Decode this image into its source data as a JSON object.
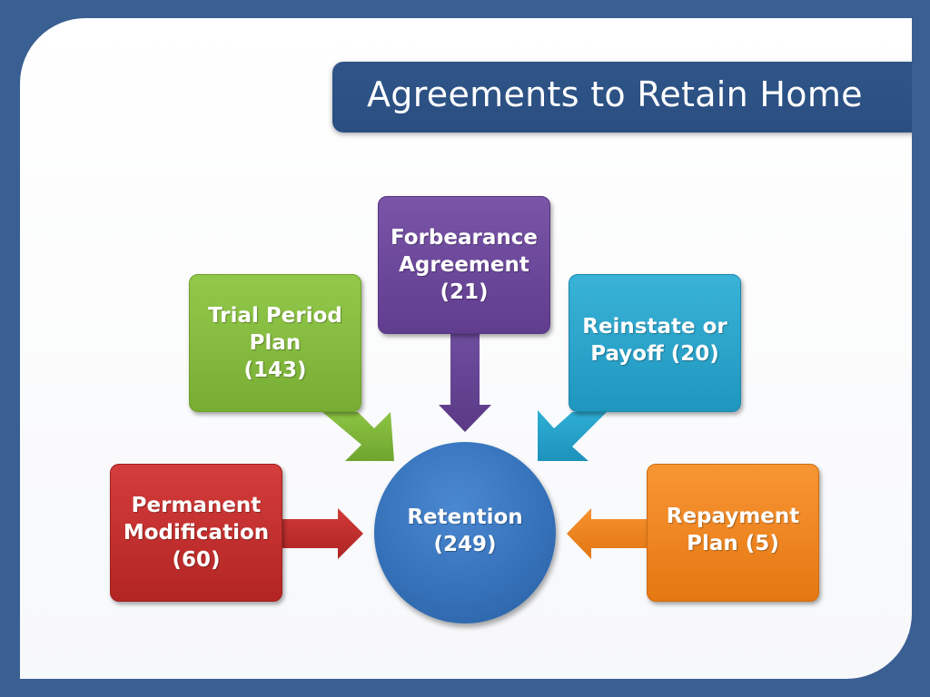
{
  "title": "Agreements to Retain Home",
  "center": {
    "label": "Retention\n(249)"
  },
  "nodes": {
    "trial": {
      "label": "Trial Period\nPlan\n(143)"
    },
    "forbearance": {
      "label": "Forbearance\nAgreement\n(21)"
    },
    "reinstate": {
      "label": "Reinstate or\nPayoff (20)"
    },
    "permanent": {
      "label": "Permanent\nModification\n(60)"
    },
    "repayment": {
      "label": "Repayment\nPlan (5)"
    }
  },
  "colors": {
    "background": "#3a5f93",
    "title_bar": "#2f5588",
    "trial": "#84bb3e",
    "forbearance": "#6b4a9a",
    "reinstate": "#2aa5cc",
    "permanent": "#c4302f",
    "repayment": "#f08624",
    "center": "#3a78c0"
  }
}
